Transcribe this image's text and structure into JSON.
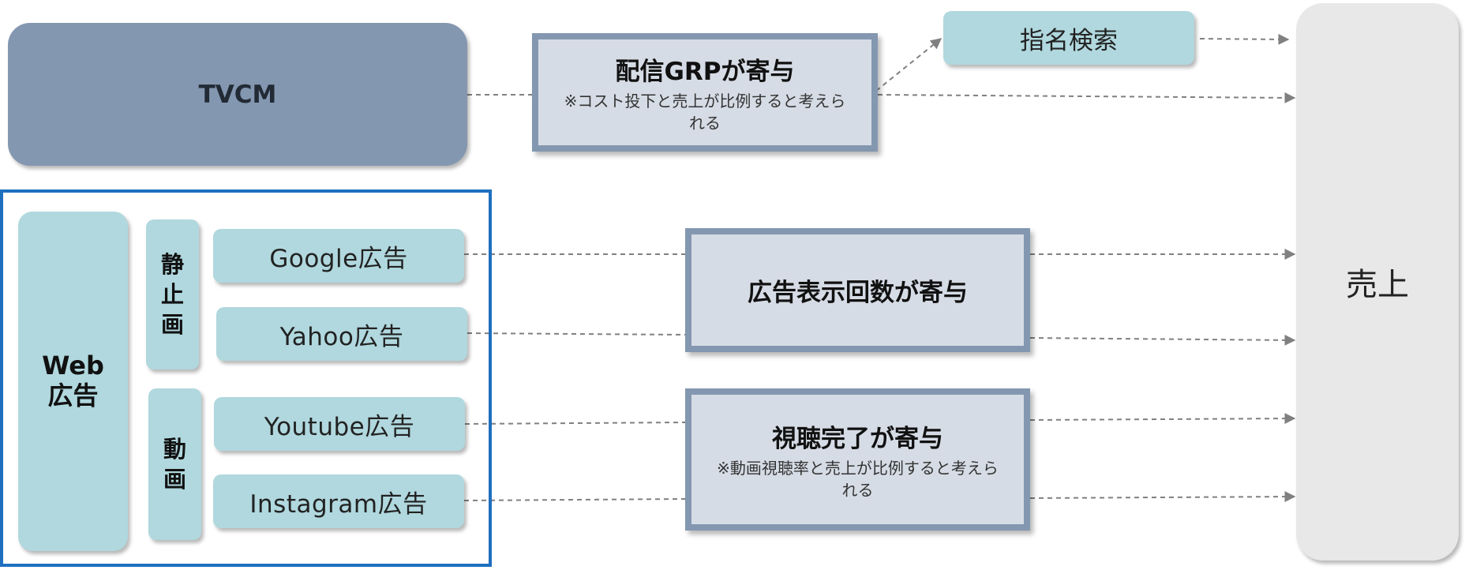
{
  "tvcm": {
    "label": "TVCM"
  },
  "shimei": {
    "label": "指名検索"
  },
  "sales": {
    "label": "売上"
  },
  "web": {
    "label": "Web\n広告"
  },
  "categories": {
    "still": "静\n止\n画",
    "video": "動\n画"
  },
  "ads": {
    "google": "Google広告",
    "yahoo": "Yahoo広告",
    "youtube": "Youtube広告",
    "instagram": "Instagram広告"
  },
  "effects": {
    "grp": {
      "title": "配信GRPが寄与",
      "note": "※コスト投下と売上が比例すると考えられる"
    },
    "impressions": {
      "title": "広告表示回数が寄与"
    },
    "view_complete": {
      "title": "視聴完了が寄与",
      "note": "※動画視聴率と売上が比例すると考えられる"
    }
  },
  "colors": {
    "tvcm_fill": "#8497b0",
    "teal_fill": "#b0d8de",
    "effect_fill": "#d6dce5",
    "effect_border": "#8497b0",
    "sales_fill": "#e8e8e8",
    "web_frame": "#1f6fbf",
    "connector": "#808080"
  }
}
